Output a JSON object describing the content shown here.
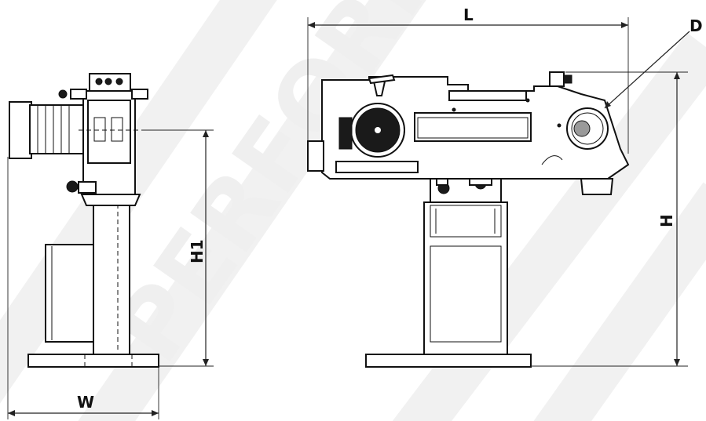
{
  "figure": {
    "watermark": "PERFORMANCE",
    "dimensions": {
      "length": "L",
      "diameter": "D",
      "height": "H",
      "height1": "H1",
      "width": "W"
    },
    "views": {
      "side_view": "side-view",
      "front_view": "front-view"
    }
  }
}
